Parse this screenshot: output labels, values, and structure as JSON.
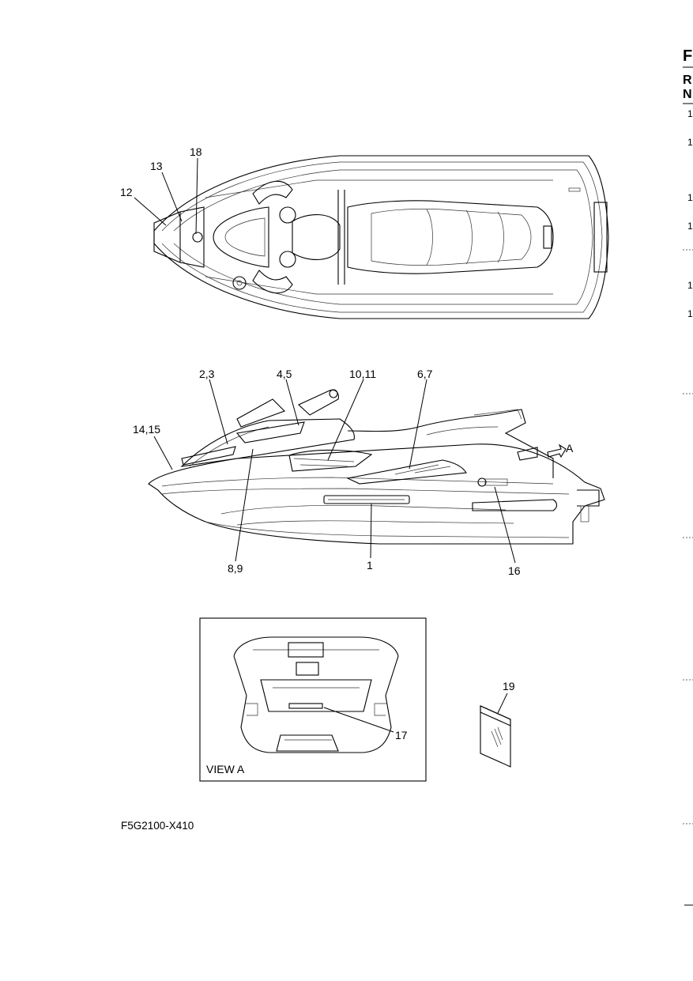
{
  "callouts": {
    "top": [
      "18",
      "13",
      "12"
    ],
    "side": [
      "2,3",
      "4,5",
      "10,11",
      "6,7",
      "14,15",
      "A",
      "8,9",
      "1",
      "16"
    ],
    "view": [
      "19",
      "17"
    ]
  },
  "view_label": "VIEW A",
  "figure_code": "F5G2100-X410",
  "right_column": {
    "letters": [
      "F",
      "R",
      "N"
    ],
    "ones": [
      "1",
      "1",
      "1",
      "1",
      "1",
      "1"
    ]
  }
}
